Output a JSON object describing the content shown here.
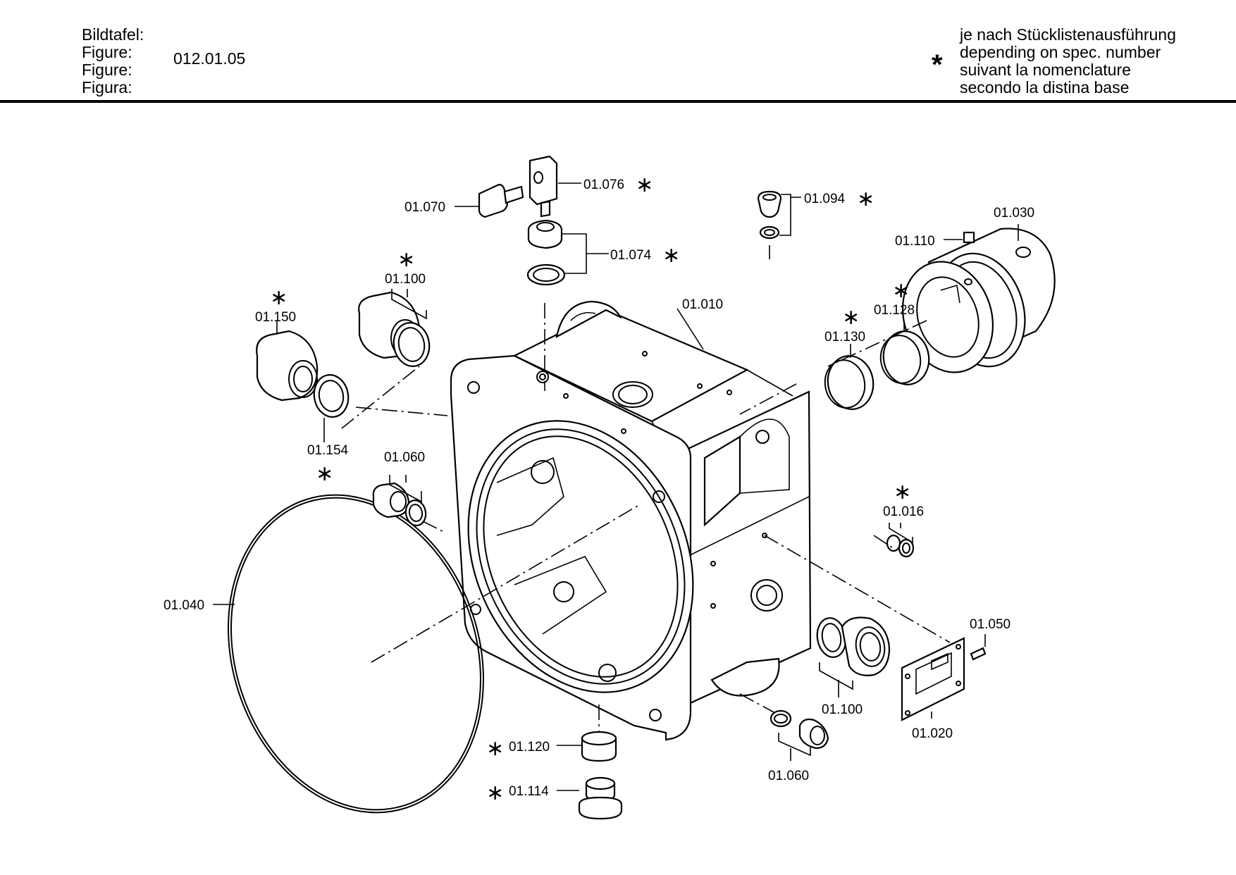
{
  "header": {
    "labels": [
      "Bildtafel:",
      "Figure:",
      "Figure:",
      "Figura:"
    ],
    "figure_number": "012.01.05",
    "note_symbol": "*",
    "note_lines": [
      "je nach Stücklistenausführung",
      "depending on spec. number",
      "suivant la nomenclature",
      "secondo la distina base"
    ]
  },
  "callouts": [
    {
      "id": "01.076",
      "starred": true
    },
    {
      "id": "01.070",
      "starred": false
    },
    {
      "id": "01.074",
      "starred": true
    },
    {
      "id": "01.094",
      "starred": true
    },
    {
      "id": "01.030",
      "starred": false
    },
    {
      "id": "01.110",
      "starred": false
    },
    {
      "id": "01.100",
      "starred": true
    },
    {
      "id": "01.150",
      "starred": true
    },
    {
      "id": "01.154",
      "starred": true
    },
    {
      "id": "01.010",
      "starred": false
    },
    {
      "id": "01.128",
      "starred": true
    },
    {
      "id": "01.130",
      "starred": true
    },
    {
      "id": "01.060",
      "starred": false
    },
    {
      "id": "01.016",
      "starred": true
    },
    {
      "id": "01.040",
      "starred": false
    },
    {
      "id": "01.050",
      "starred": false
    },
    {
      "id": "01.100",
      "starred": false
    },
    {
      "id": "01.020",
      "starred": false
    },
    {
      "id": "01.120",
      "starred": true
    },
    {
      "id": "01.114",
      "starred": true
    },
    {
      "id": "01.060",
      "starred": false
    }
  ]
}
